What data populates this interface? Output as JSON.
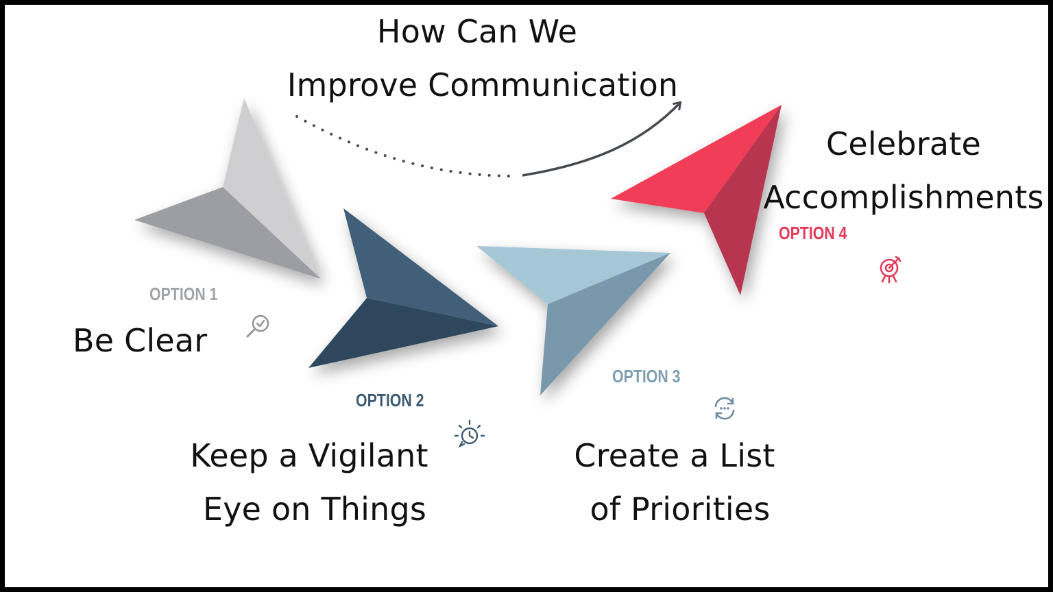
{
  "title": {
    "line1": "How Can We",
    "line2": "Improve Communication"
  },
  "options": [
    {
      "label": "OPTION 1",
      "text_lines": [
        "Be Clear"
      ],
      "color": "#9fa2a6",
      "icon": "search-check-icon"
    },
    {
      "label": "OPTION 2",
      "text_lines": [
        "Keep a Vigilant",
        "Eye on Things"
      ],
      "color": "#3d5a73",
      "icon": "idea-clock-icon"
    },
    {
      "label": "OPTION 3",
      "text_lines": [
        "Create a List",
        "of Priorities"
      ],
      "color": "#7f9eb0",
      "icon": "refresh-list-icon"
    },
    {
      "label": "OPTION 4",
      "text_lines": [
        "Celebrate",
        "Accomplishments"
      ],
      "color": "#e33a58",
      "icon": "target-icon"
    }
  ],
  "colors": {
    "background": "#ffffff",
    "border": "#000000",
    "text": "#111111",
    "arrow1_light": "#cfcfd1",
    "arrow1_dark": "#9c9ea4",
    "arrow2_light": "#425f7a",
    "arrow2_dark": "#2f475c",
    "arrow3_light": "#a5c7d6",
    "arrow3_dark": "#7a98ab",
    "arrow4_light": "#f23c59",
    "arrow4_dark": "#b8344f",
    "connector": "#444a50"
  }
}
